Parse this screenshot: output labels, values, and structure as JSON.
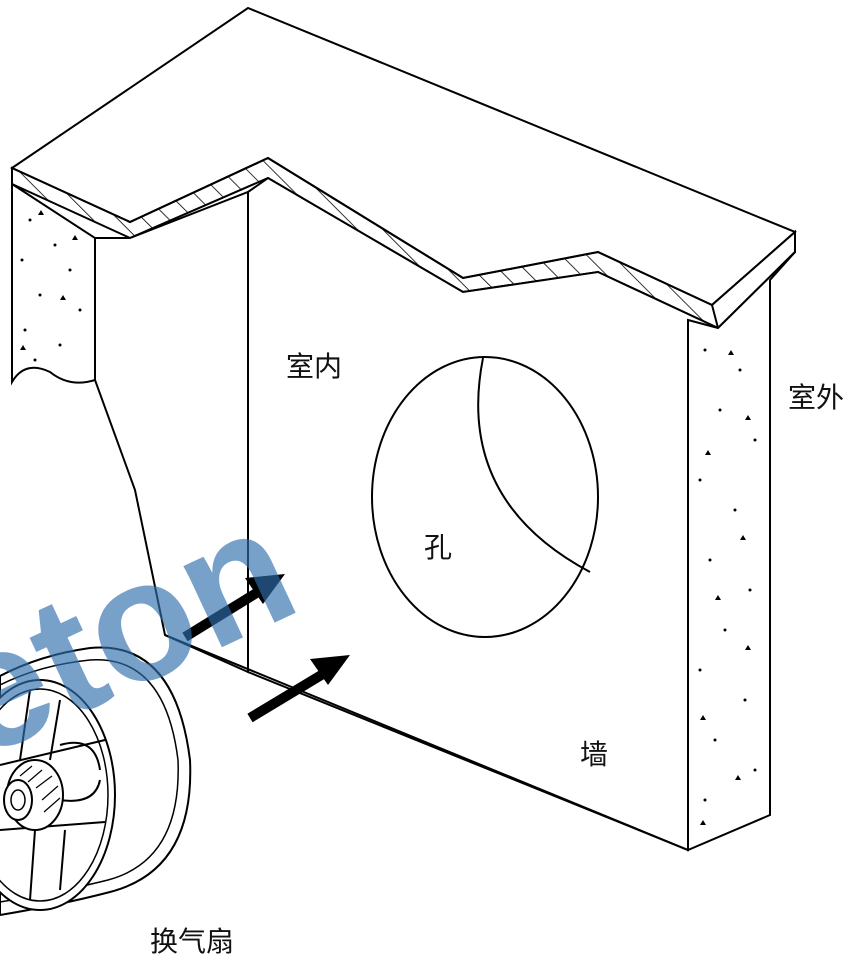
{
  "labels": {
    "indoor": "室内",
    "outdoor": "室外",
    "hole": "孔",
    "wall": "墙",
    "fan": "换气扇"
  },
  "watermark": {
    "text": "eton",
    "color": "#2f6fae"
  }
}
